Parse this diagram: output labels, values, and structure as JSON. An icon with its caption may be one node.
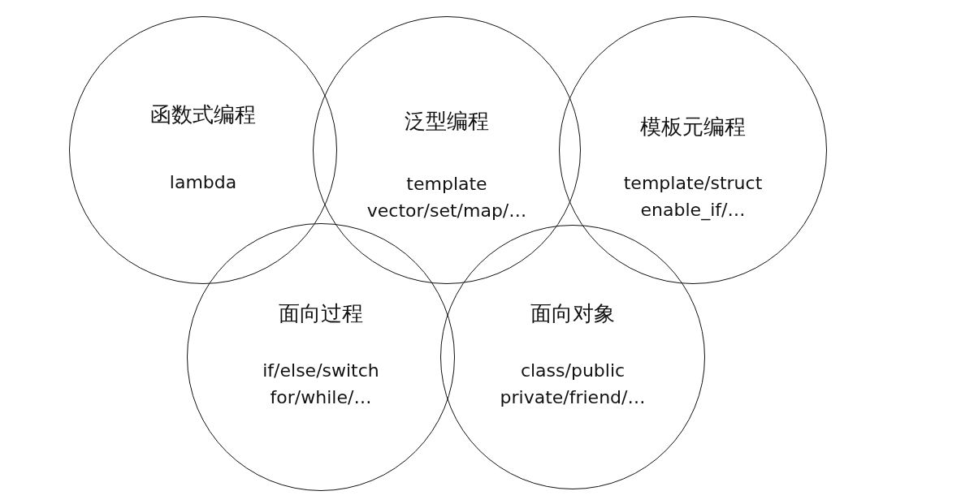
{
  "diagram": {
    "nodes": [
      {
        "text": [
          "函数式编程",
          "lambda"
        ]
      },
      {
        "text": [
          "泛型编程",
          "template",
          "vector/set/map/…"
        ]
      },
      {
        "text": [
          "模板元编程",
          "template/struct",
          "enable_if/…"
        ]
      },
      {
        "text": [
          "面向过程",
          "if/else/switch",
          "for/while/…"
        ]
      },
      {
        "text": [
          "面向对象",
          "class/public",
          "private/friend/…"
        ]
      }
    ]
  }
}
